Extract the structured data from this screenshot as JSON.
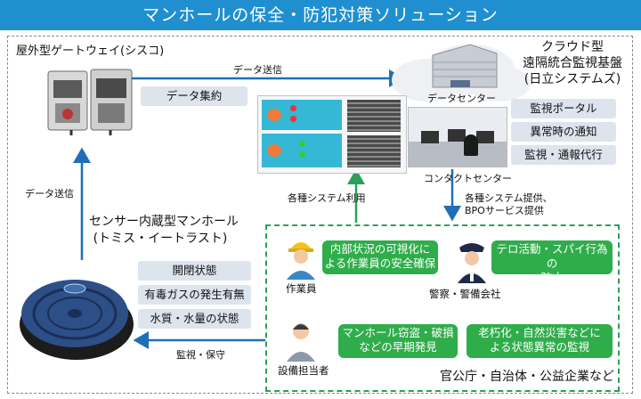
{
  "title": "マンホールの保全・防犯対策ソリューション",
  "gateway": {
    "title": "屋外型ゲートウェイ(シスコ)",
    "box": "データ集約"
  },
  "arrows": {
    "data_send_top": "データ送信",
    "data_send_left": "データ送信",
    "systems_use": "各種システム利用",
    "systems_provide_1": "各種システム提供、",
    "systems_provide_2": "BPOサービス提供",
    "monitor_maint": "監視・保守"
  },
  "cloud": {
    "title_1": "クラウド型",
    "title_2": "遠隔統合監視基盤",
    "title_3": "(日立システムズ)",
    "datacenter": "データセンター",
    "contact_center": "コンタクトセンター",
    "services": [
      "監視ポータル",
      "異常時の通知",
      "監視・通報代行"
    ]
  },
  "manhole": {
    "title_1": "センサー内蔵型マンホール",
    "title_2": "(トミス・イートラスト)",
    "items": [
      "開閉状態",
      "有毒ガスの発生有無",
      "水質・水量の状態"
    ]
  },
  "agencies": {
    "footer": "官公庁・自治体・公益企業など",
    "people": {
      "worker": "作業員",
      "police": "警察・警備会社",
      "facility": "設備担当者"
    },
    "benefits": [
      {
        "line1": "内部状況の可視化に",
        "line2": "よる作業員の安全確保"
      },
      {
        "line1": "テロ活動・スパイ行為の",
        "line2": "防止"
      },
      {
        "line1": "マンホール窃盗・破損",
        "line2": "などの早期発見"
      },
      {
        "line1": "老朽化・自然災害などに",
        "line2": "よる状態異常の監視"
      }
    ]
  },
  "colors": {
    "title_bar": "#1f8fd0",
    "arrow": "#1f6fb8",
    "green": "#2fad4b",
    "box": "#dde4ee"
  }
}
